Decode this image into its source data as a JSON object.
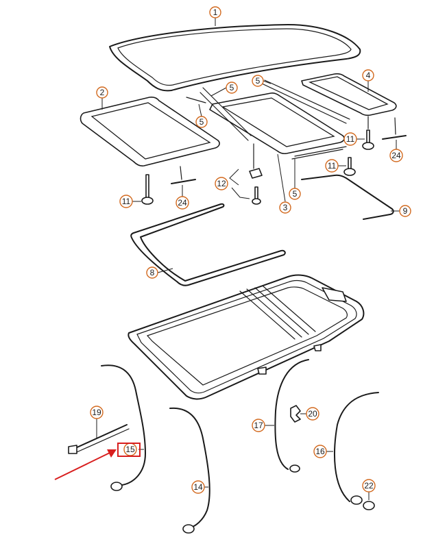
{
  "callouts": [
    {
      "id": "c1",
      "label": "1"
    },
    {
      "id": "c2",
      "label": "2"
    },
    {
      "id": "c3",
      "label": "3"
    },
    {
      "id": "c4",
      "label": "4"
    },
    {
      "id": "c5a",
      "label": "5"
    },
    {
      "id": "c5b",
      "label": "5"
    },
    {
      "id": "c5c",
      "label": "5"
    },
    {
      "id": "c5d",
      "label": "5"
    },
    {
      "id": "c8",
      "label": "8"
    },
    {
      "id": "c9",
      "label": "9"
    },
    {
      "id": "c11a",
      "label": "11"
    },
    {
      "id": "c11b",
      "label": "11"
    },
    {
      "id": "c11c",
      "label": "11"
    },
    {
      "id": "c12",
      "label": "12"
    },
    {
      "id": "c14",
      "label": "14"
    },
    {
      "id": "c15",
      "label": "15"
    },
    {
      "id": "c16",
      "label": "16"
    },
    {
      "id": "c17",
      "label": "17"
    },
    {
      "id": "c19",
      "label": "19"
    },
    {
      "id": "c20",
      "label": "20"
    },
    {
      "id": "c22",
      "label": "22"
    },
    {
      "id": "c24a",
      "label": "24"
    },
    {
      "id": "c24b",
      "label": "24"
    }
  ],
  "highlight": {
    "target": "15",
    "color": "#d81e1e"
  },
  "colors": {
    "line": "#1a1a1a",
    "callout_ring": "#d2691e",
    "highlight": "#d81e1e"
  }
}
